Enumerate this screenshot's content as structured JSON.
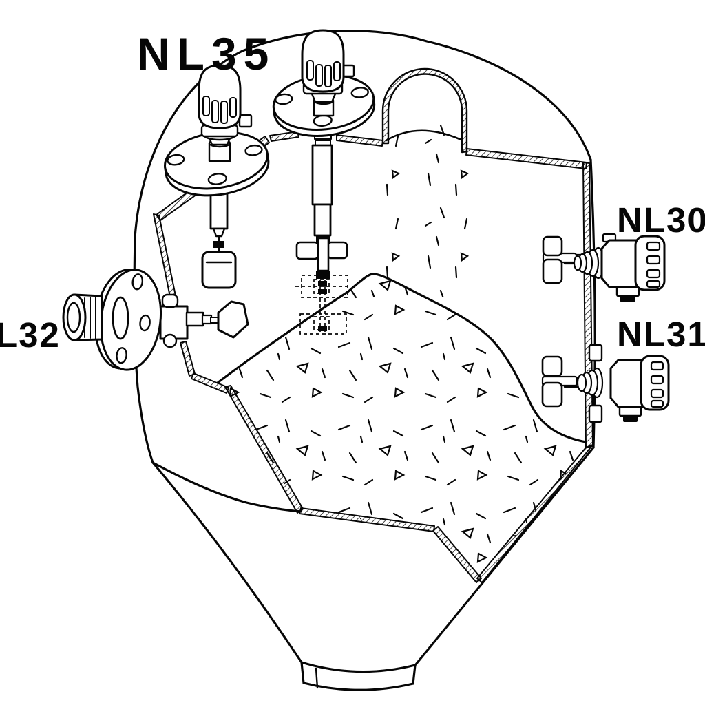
{
  "canvas": {
    "background": "#ffffff",
    "ink": "#060606",
    "subject": "Cutaway technical illustration of a silo filled with bulk material, fitted with rotary paddle level sensors"
  },
  "diagram": {
    "labels": {
      "top_sensor": "NL35",
      "right_upper_sensor": "NL30",
      "right_lower_sensor": "NL31",
      "left_sensor": "L32"
    }
  }
}
